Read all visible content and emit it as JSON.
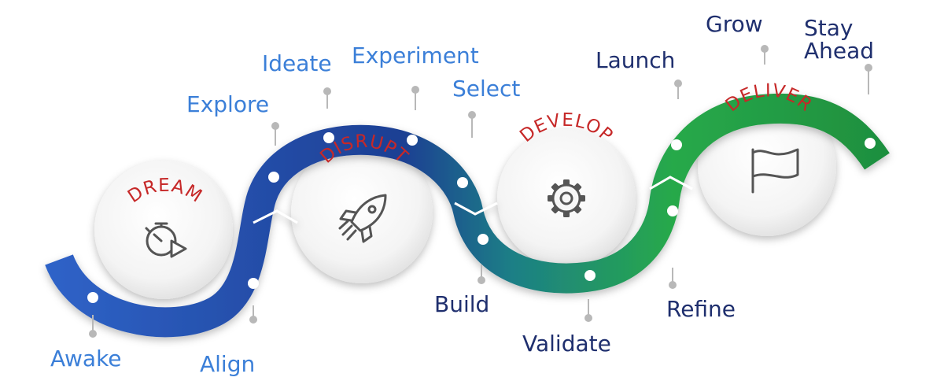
{
  "colors": {
    "blue_start": "#2f63c8",
    "blue_end": "#1d3f93",
    "teal": "#1d7f86",
    "green_start": "#27a94a",
    "green_end": "#1e8e3e",
    "stage_title": "#c62828",
    "icon": "#555555",
    "label_blue": "#3b7fd8",
    "label_navy": "#1f2f6e",
    "marker": "#b8b8b8"
  },
  "stages": [
    {
      "title": "DREAM",
      "icon": "stopwatch-play-icon"
    },
    {
      "title": "DISRUPT",
      "icon": "rocket-icon"
    },
    {
      "title": "DEVELOP",
      "icon": "gear-icon"
    },
    {
      "title": "DELIVER",
      "icon": "flag-icon"
    }
  ],
  "steps": [
    "Awake",
    "Align",
    "Explore",
    "Ideate",
    "Experiment",
    "Select",
    "Build",
    "Validate",
    "Refine",
    "Launch",
    "Grow",
    "Stay Ahead"
  ],
  "labels": {
    "awake": "Awake",
    "align": "Align",
    "explore": "Explore",
    "ideate": "Ideate",
    "experiment": "Experiment",
    "select": "Select",
    "build": "Build",
    "validate": "Validate",
    "refine": "Refine",
    "launch": "Launch",
    "grow": "Grow",
    "stay_ahead_1": "Stay",
    "stay_ahead_2": "Ahead"
  }
}
